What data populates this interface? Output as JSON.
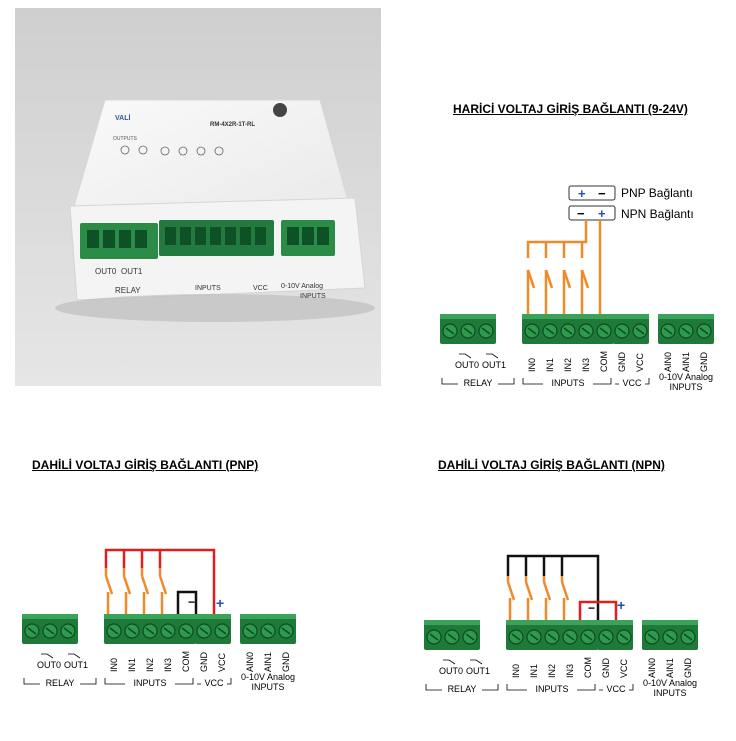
{
  "titles": {
    "external": "HARİCİ VOLTAJ GİRİŞ BAĞLANTI (9-24V)",
    "internal_pnp": "DAHİLİ VOLTAJ GİRİŞ BAĞLANTI (PNP)",
    "internal_npn": "DAHİLİ VOLTAJ GİRİŞ BAĞLANTI (NPN)"
  },
  "legend": {
    "pnp": "PNP Bağlantı",
    "npn": "NPN Bağlantı",
    "plus": "+",
    "minus": "−"
  },
  "terminals": {
    "relay_pins": [
      "OUT0",
      "OUT1"
    ],
    "input_pins": [
      "IN0",
      "IN1",
      "IN2",
      "IN3",
      "COM"
    ],
    "vcc_pins": [
      "GND",
      "VCC"
    ],
    "analog_pins": [
      "AIN0",
      "AIN1",
      "GND"
    ],
    "group_relay": "RELAY",
    "group_inputs": "INPUTS",
    "group_vcc": "VCC",
    "group_analog_1": "0-10V Analog",
    "group_analog_2": "INPUTS"
  },
  "device_photo": {
    "brand": "VALİ",
    "model": "RM-4X2R-1T-RL",
    "header_label": "OUTPUTS"
  },
  "colors": {
    "terminal_green": "#1f7a3a",
    "screw_green": "#2e9a4e",
    "wire_orange": "#f08a28",
    "wire_red": "#e01e1e",
    "wire_black": "#111111",
    "plus_blue": "#1f4fbf"
  }
}
